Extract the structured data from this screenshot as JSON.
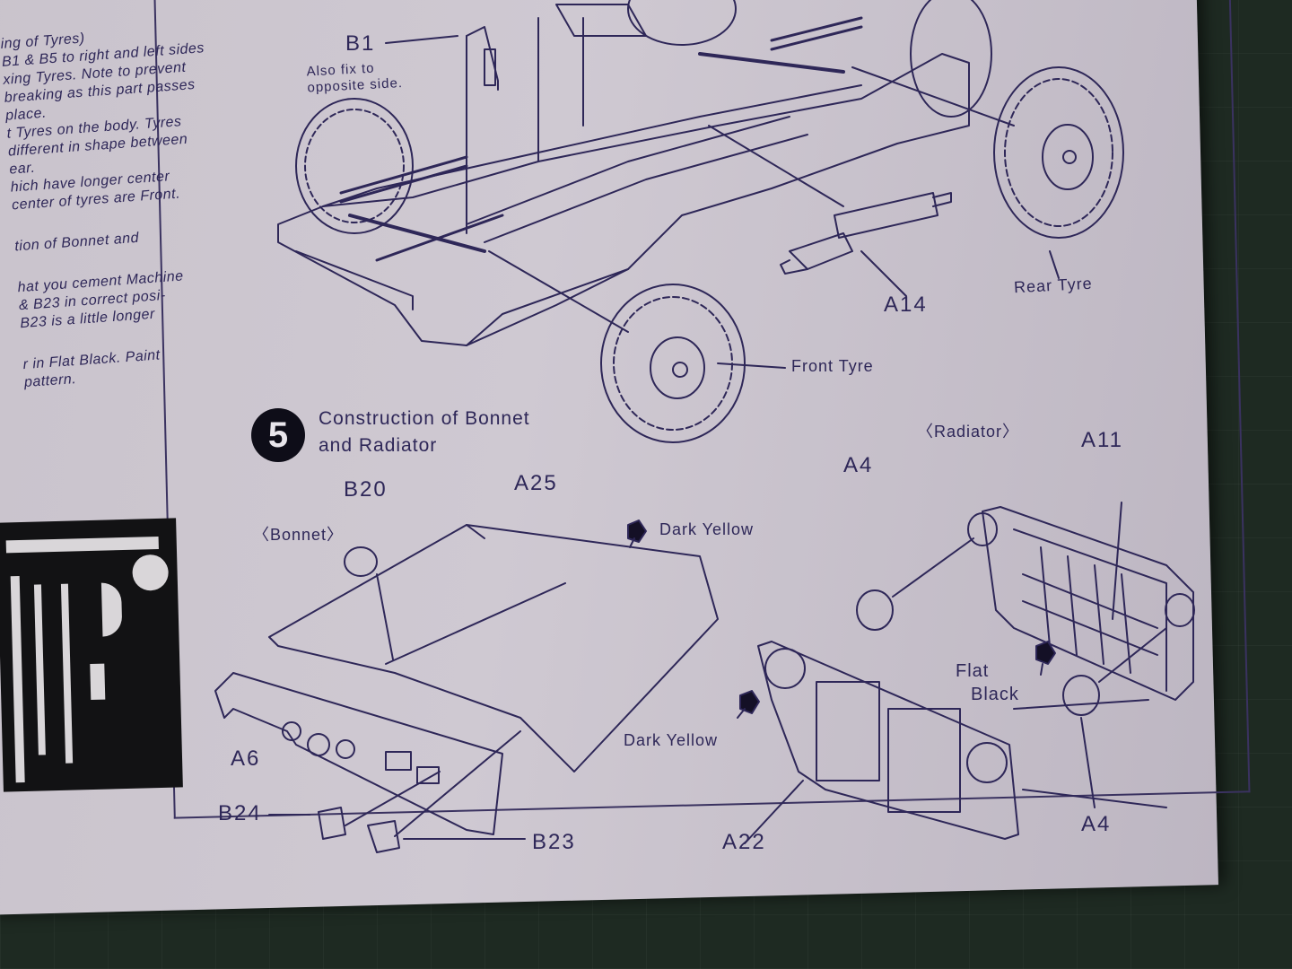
{
  "left_text": {
    "lines": [
      "ing of Tyres)",
      "B1 & B5 to right and left sides",
      "xing Tyres.  Note to prevent",
      "breaking as this part passes",
      "place.",
      "t Tyres on the body.  Tyres",
      "different in shape between",
      "ear.",
      "hich have longer center",
      "center of tyres are Front.",
      "",
      "tion of Bonnet and",
      "",
      "hat you cement Machine",
      "& B23 in correct posi-",
      "B23 is a little longer",
      "",
      "r in Flat Black.  Paint",
      "pattern."
    ]
  },
  "chassis": {
    "b1_label": "B1",
    "b1_note": "Also fix to opposite side.",
    "a14_label": "A14",
    "rear_tyre_label": "Rear Tyre",
    "front_tyre_label": "Front Tyre"
  },
  "step5": {
    "number": "5",
    "title_line1": "Construction of Bonnet",
    "title_line2": "and Radiator"
  },
  "bonnet": {
    "section_label": "〈Bonnet〉",
    "b20": "B20",
    "a25": "A25",
    "a6": "A6",
    "b24": "B24",
    "b23": "B23",
    "paint_dark_yellow_top": "Dark Yellow"
  },
  "radiator": {
    "section_label": "〈Radiator〉",
    "a4_top": "A4",
    "a11": "A11",
    "flat_black_line1": "Flat",
    "flat_black_line2": "Black",
    "dark_yellow": "Dark Yellow",
    "a22": "A22",
    "a4_bottom": "A4"
  },
  "colors": {
    "ink": "#2e2758",
    "paper": "#cbc5ce",
    "mat": "#1e2a22"
  }
}
